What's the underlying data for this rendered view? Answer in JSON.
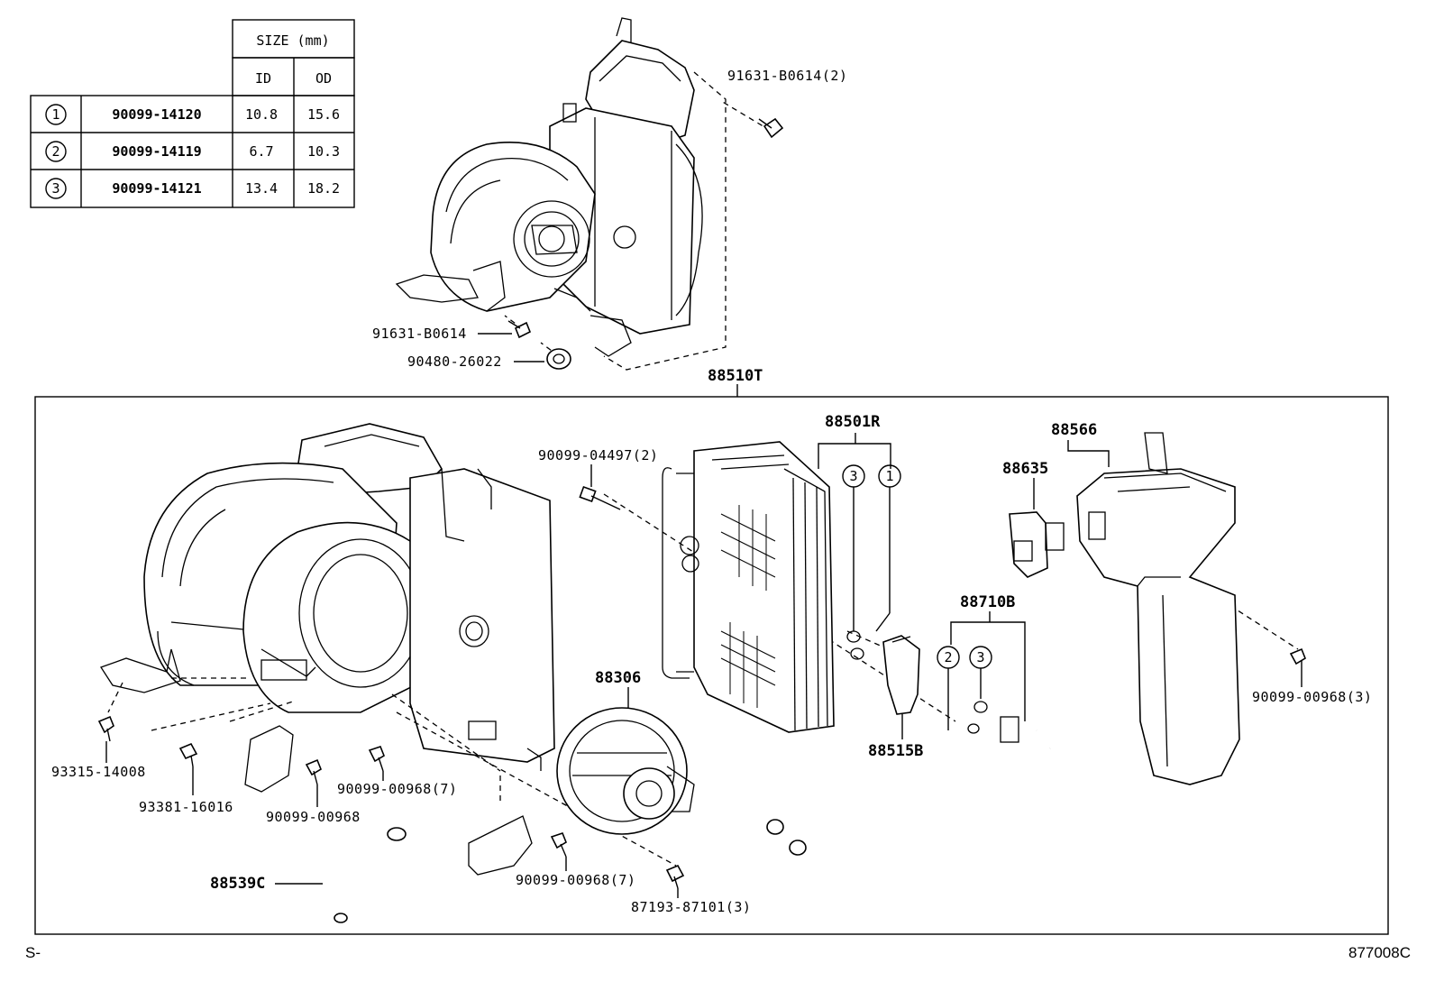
{
  "size_table": {
    "header": "SIZE (mm)",
    "col_id": "ID",
    "col_od": "OD",
    "rows": [
      {
        "ref": "1",
        "part": "90099-14120",
        "id": "10.8",
        "od": "15.6"
      },
      {
        "ref": "2",
        "part": "90099-14119",
        "id": "6.7",
        "od": "10.3"
      },
      {
        "ref": "3",
        "part": "90099-14121",
        "id": "13.4",
        "od": "18.2"
      }
    ]
  },
  "labels": {
    "bolt_top": "91631-B0614(2)",
    "bolt_mid": "91631-B0614",
    "grommet": "90480-26022",
    "assembly": "88510T",
    "evaporator": "88501R",
    "bolt_evap": "90099-04497(2)",
    "duct": "88566",
    "resistor": "88635",
    "tube": "88710B",
    "screw_right": "90099-00968(3)",
    "blower_motor": "88306",
    "exp_valve": "88515B",
    "screw_a": "93315-14008",
    "screw_b": "93381-16016",
    "screw_c": "90099-00968",
    "screw_d": "90099-00968(7)",
    "screw_e": "90099-00968(7)",
    "hose": "88539C",
    "clip": "87193-87101(3)",
    "oring_1": "1",
    "oring_3a": "3",
    "oring_2": "2",
    "oring_3b": "3"
  },
  "footer": {
    "left": "S-",
    "right": "877008C"
  }
}
